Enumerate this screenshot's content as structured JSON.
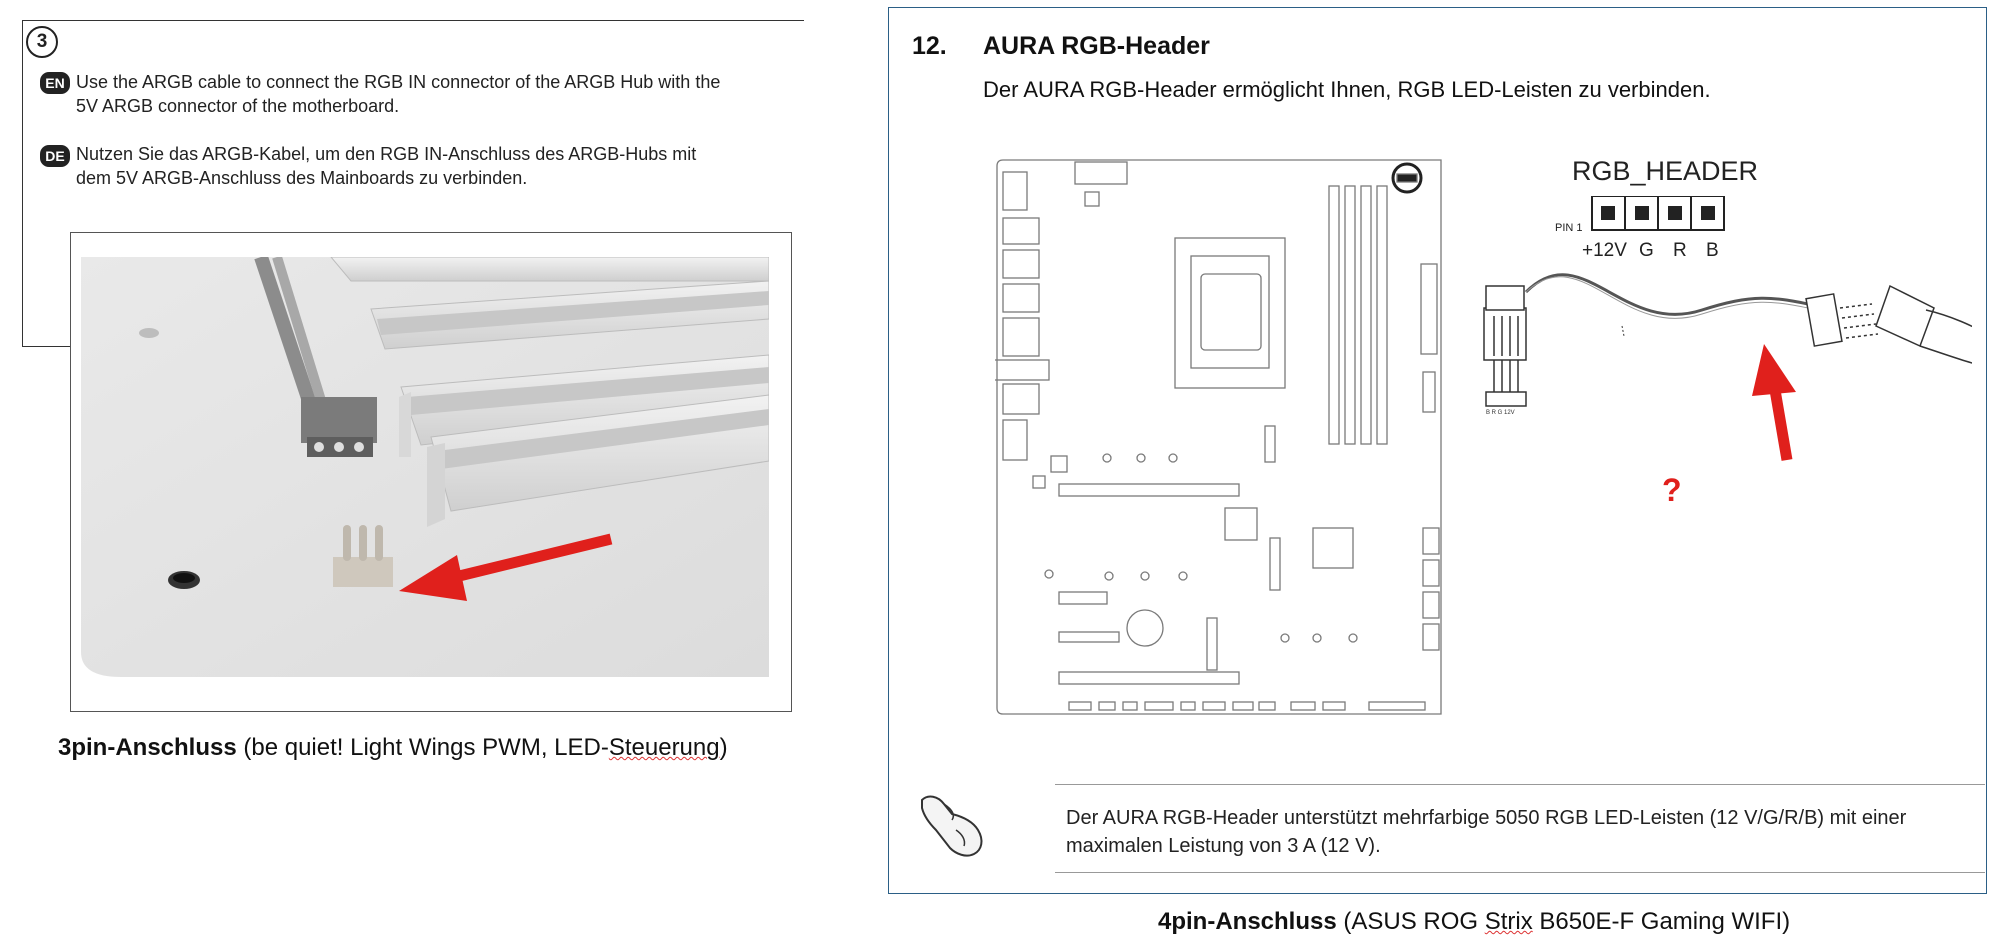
{
  "left": {
    "step_number": "3",
    "badge_en": "EN",
    "badge_de": "DE",
    "instruction_en_line1": "Use the ARGB cable to connect the RGB IN connector of the ARGB Hub with the",
    "instruction_en_line2": "5V ARGB connector of the motherboard.",
    "instruction_de_line1": "Nutzen Sie das ARGB-Kabel, um den RGB IN-Anschluss des ARGB-Hubs mit",
    "instruction_de_line2": "dem 5V ARGB-Anschluss des Mainboards zu verbinden.",
    "caption_bold": "3pin-Anschluss",
    "caption_rest_1": " (be quiet! Light Wings PWM, LED-",
    "caption_rest_underlined": "Steuerung",
    "caption_rest_2": ")"
  },
  "right": {
    "section_number": "12.",
    "section_title": "AURA RGB-Header",
    "section_description": "Der AURA RGB-Header ermöglicht Ihnen, RGB LED-Leisten zu verbinden.",
    "header_label": "RGB_HEADER",
    "pin1_label": "PIN 1",
    "pins": [
      "+12V",
      "G",
      "R",
      "B"
    ],
    "connector_pin_text": "B R G 12V",
    "question_mark": "?",
    "note_line1": "Der AURA RGB-Header unterstützt mehrfarbige 5050 RGB LED-Leisten (12 V/G/R/B) mit einer",
    "note_line2": "maximalen Leistung von 3 A (12 V).",
    "caption_bold": "4pin-Anschluss",
    "caption_rest_1": " (ASUS ROG ",
    "caption_rest_underlined": "Strix",
    "caption_rest_2": " B650E-F Gaming WIFI)"
  },
  "colors": {
    "arrow_red": "#e0201c",
    "frame_blue": "#2b5f86"
  }
}
